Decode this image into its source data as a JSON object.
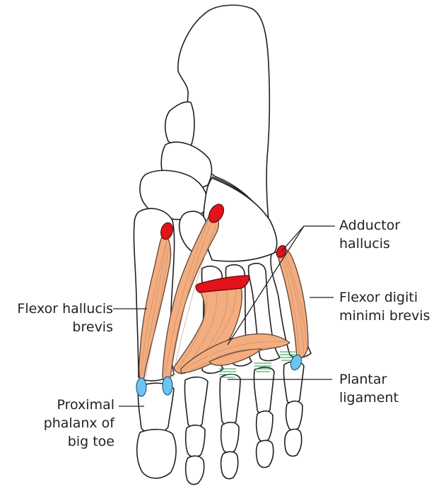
{
  "labels": {
    "adductor": [
      "Adductor",
      "hallucis"
    ],
    "flexor_hallucis": [
      "Flexor hallucis",
      "brevis"
    ],
    "flexor_digiti": [
      "Flexor digiti",
      "minimi brevis"
    ],
    "plantar": [
      "Plantar",
      "ligament"
    ],
    "proximal": [
      "Proximal",
      "phalanx of",
      "big toe"
    ]
  },
  "colors": {
    "muscle": "#f4ad7f",
    "origin": "#e3121b",
    "insertion": "#6ec4f0",
    "ligament": "#1a9a4a",
    "outline": "#231f20"
  }
}
